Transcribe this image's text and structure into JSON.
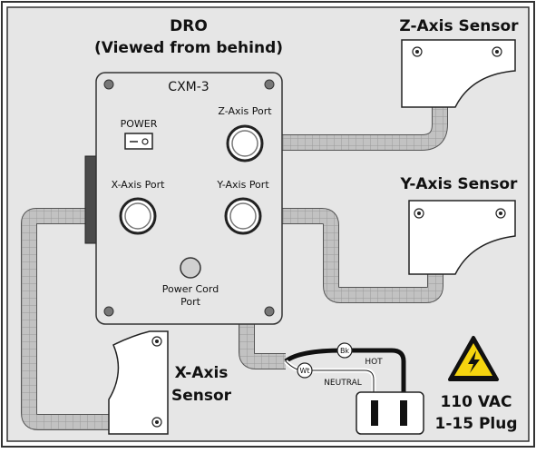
{
  "diagram": {
    "title": "DRO",
    "subtitle": "(Viewed from behind)",
    "unit_label": "CXM-3",
    "power_label": "POWER",
    "z_port_label": "Z-Axis Port",
    "x_port_label": "X-Axis Port",
    "y_port_label": "Y-Axis Port",
    "power_cord_label_1": "Power Cord",
    "power_cord_label_2": "Port",
    "z_sensor_label": "Z-Axis Sensor",
    "y_sensor_label": "Y-Axis Sensor",
    "x_sensor_label_1": "X-Axis",
    "x_sensor_label_2": "Sensor",
    "wire_bk": "Bk",
    "wire_wt": "Wt",
    "hot_label": "HOT",
    "neutral_label": "NEUTRAL",
    "plug_label_1": "110 VAC",
    "plug_label_2": "1-15 Plug",
    "colors": {
      "panel": "#e6e6e6",
      "background": "#ffffff",
      "cable": "#bdbdbd",
      "hot_wire": "#111111",
      "warning": "#f5d40f"
    }
  }
}
